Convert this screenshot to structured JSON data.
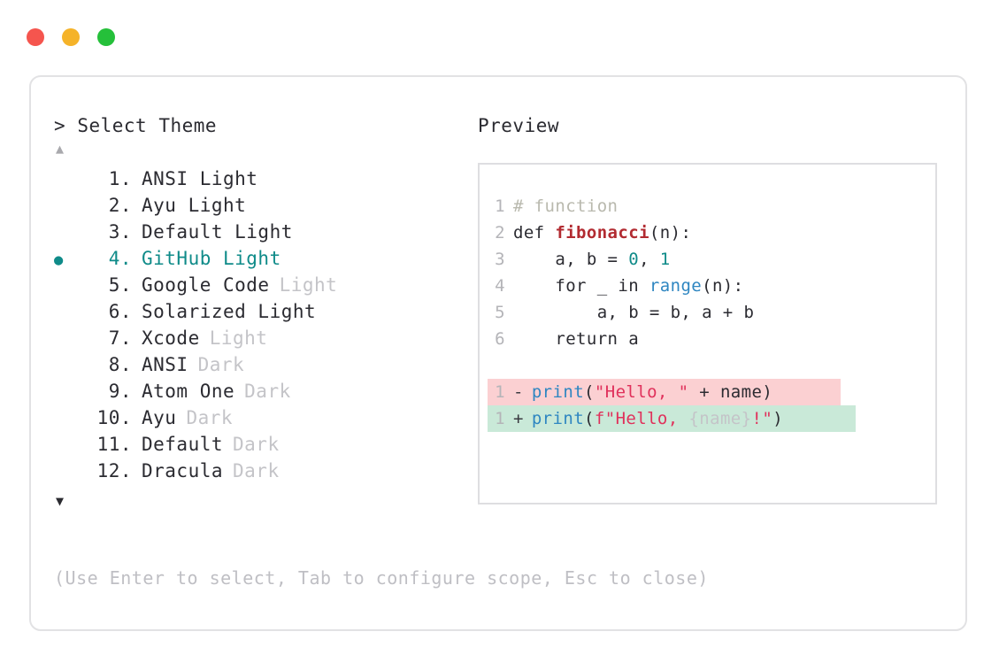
{
  "window": {
    "traffic_lights": [
      {
        "name": "close-button",
        "color": "#f5554e"
      },
      {
        "name": "minimize-button",
        "color": "#f5b329"
      },
      {
        "name": "maximize-button",
        "color": "#25c03a"
      }
    ]
  },
  "picker": {
    "prompt_marker": ">",
    "prompt_title": "Select Theme",
    "scroll_up_glyph": "▲",
    "scroll_down_glyph": "▼",
    "bullet_glyph": "●",
    "selected_index": 4,
    "items": [
      {
        "index": "1.",
        "name": "ANSI Light",
        "variant": "",
        "selected": false
      },
      {
        "index": "2.",
        "name": "Ayu Light",
        "variant": "",
        "selected": false
      },
      {
        "index": "3.",
        "name": "Default Light",
        "variant": "",
        "selected": false
      },
      {
        "index": "4.",
        "name": "GitHub Light",
        "variant": "",
        "selected": true
      },
      {
        "index": "5.",
        "name": "Google Code",
        "variant": "Light",
        "selected": false
      },
      {
        "index": "6.",
        "name": "Solarized Light",
        "variant": "",
        "selected": false
      },
      {
        "index": "7.",
        "name": "Xcode",
        "variant": "Light",
        "selected": false
      },
      {
        "index": "8.",
        "name": "ANSI",
        "variant": "Dark",
        "selected": false
      },
      {
        "index": "9.",
        "name": "Atom One",
        "variant": "Dark",
        "selected": false
      },
      {
        "index": "10.",
        "name": "Ayu",
        "variant": "Dark",
        "selected": false
      },
      {
        "index": "11.",
        "name": "Default",
        "variant": "Dark",
        "selected": false
      },
      {
        "index": "12.",
        "name": "Dracula",
        "variant": "Dark",
        "selected": false
      }
    ],
    "hint": "(Use Enter to select, Tab to configure scope, Esc to close)"
  },
  "preview": {
    "label": "Preview",
    "code_lines": [
      {
        "ln": "1",
        "tokens": [
          {
            "t": "# function",
            "c": "t-comment"
          }
        ]
      },
      {
        "ln": "2",
        "tokens": [
          {
            "t": "def ",
            "c": "t-kw"
          },
          {
            "t": "fibonacci",
            "c": "t-fn"
          },
          {
            "t": "(n):",
            "c": ""
          }
        ]
      },
      {
        "ln": "3",
        "tokens": [
          {
            "t": "    a, b = ",
            "c": ""
          },
          {
            "t": "0",
            "c": "t-num"
          },
          {
            "t": ", ",
            "c": ""
          },
          {
            "t": "1",
            "c": "t-num"
          }
        ]
      },
      {
        "ln": "4",
        "tokens": [
          {
            "t": "    for _ in ",
            "c": ""
          },
          {
            "t": "range",
            "c": "t-builtin"
          },
          {
            "t": "(n):",
            "c": ""
          }
        ]
      },
      {
        "ln": "5",
        "tokens": [
          {
            "t": "        a, b = b, a + b",
            "c": ""
          }
        ]
      },
      {
        "ln": "6",
        "tokens": [
          {
            "t": "    return a",
            "c": ""
          }
        ]
      }
    ],
    "diff": [
      {
        "ln": "1",
        "sign": "-",
        "kind": "minus",
        "tokens": [
          {
            "t": "print",
            "c": "t-print"
          },
          {
            "t": "(",
            "c": ""
          },
          {
            "t": "\"Hello, \"",
            "c": "t-str"
          },
          {
            "t": " + name)",
            "c": ""
          }
        ]
      },
      {
        "ln": "1",
        "sign": "+",
        "kind": "plus",
        "tokens": [
          {
            "t": "print",
            "c": "t-print"
          },
          {
            "t": "(",
            "c": ""
          },
          {
            "t": "f\"Hello, ",
            "c": "t-str"
          },
          {
            "t": "{name}",
            "c": "t-brace"
          },
          {
            "t": "!",
            "c": "t-bang"
          },
          {
            "t": "\"",
            "c": "t-str"
          },
          {
            "t": ")",
            "c": ""
          }
        ]
      }
    ]
  },
  "colors": {
    "accent_teal": "#0f8b89",
    "muted_gray": "#c4c4c8",
    "text": "#2b2b31",
    "diff_remove_bg": "#fbd0d2",
    "diff_add_bg": "#c9e9d8",
    "panel_border": "#e2e2e4"
  }
}
